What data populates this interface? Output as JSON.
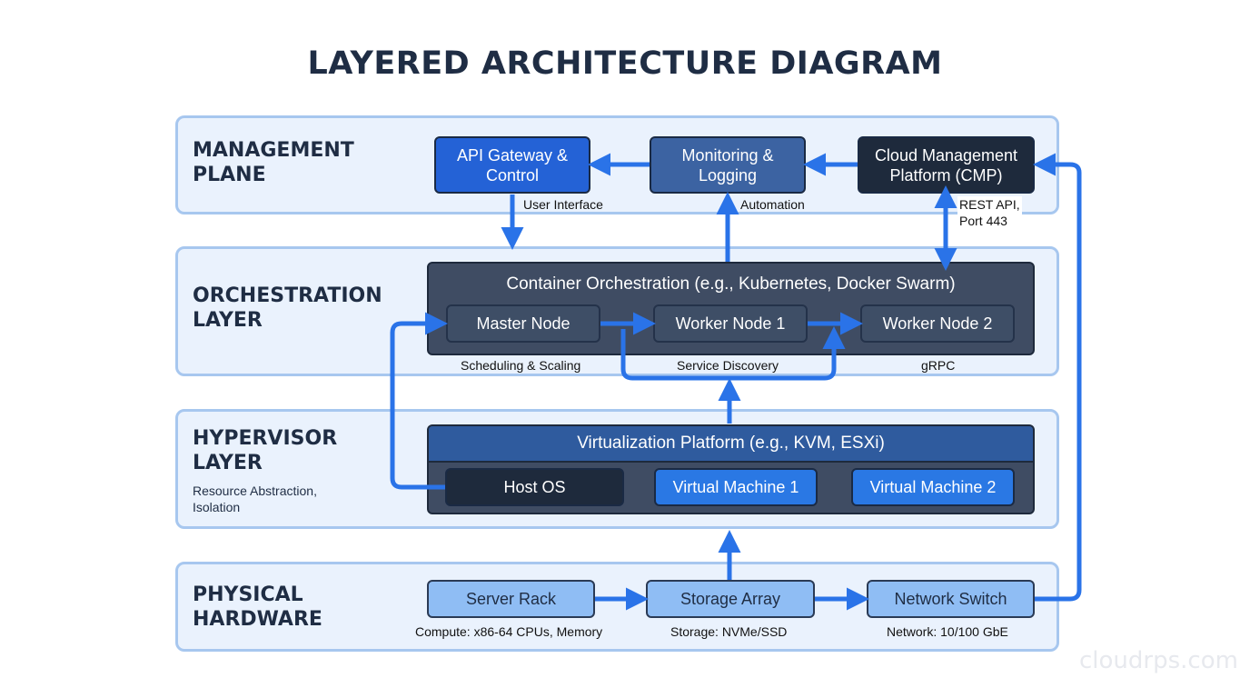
{
  "title": "LAYERED ARCHITECTURE DIAGRAM",
  "layers": {
    "management": {
      "title_line1": "MANAGEMENT",
      "title_line2": "PLANE",
      "boxes": {
        "api_gateway": [
          "API Gateway &",
          "Control"
        ],
        "monitoring": [
          "Monitoring &",
          "Logging"
        ],
        "cmp": [
          "Cloud Management",
          "Platform (CMP)"
        ]
      },
      "labels": {
        "user_interface": "User Interface",
        "automation": "Automation",
        "rest_api_line1": "REST API,",
        "rest_api_line2": "Port 443"
      }
    },
    "orchestration": {
      "title_line1": "ORCHESTRATION",
      "title_line2": "LAYER",
      "container_title": "Container Orchestration (e.g., Kubernetes, Docker Swarm)",
      "nodes": {
        "master": "Master Node",
        "worker1": "Worker Node 1",
        "worker2": "Worker Node 2"
      },
      "labels": {
        "scheduling": "Scheduling & Scaling",
        "service_discovery": "Service Discovery",
        "grpc": "gRPC"
      }
    },
    "hypervisor": {
      "title_line1": "HYPERVISOR",
      "title_line2": "LAYER",
      "subtitle_line1": "Resource Abstraction,",
      "subtitle_line2": "Isolation",
      "platform_title": "Virtualization Platform (e.g., KVM, ESXi)",
      "boxes": {
        "host_os": "Host OS",
        "vm1": "Virtual Machine 1",
        "vm2": "Virtual Machine 2"
      }
    },
    "physical": {
      "title_line1": "PHYSICAL",
      "title_line2": "HARDWARE",
      "boxes": {
        "server_rack": "Server Rack",
        "storage_array": "Storage Array",
        "network_switch": "Network Switch"
      },
      "labels": {
        "compute": "Compute: x86-64 CPUs, Memory",
        "storage": "Storage: NVMe/SSD",
        "network": "Network: 10/100 GbE"
      }
    }
  },
  "watermark": "cloudrps.com",
  "colors": {
    "arrow": "#2a73e8",
    "layer_bg": "#eaf2fd",
    "layer_border": "#a7c7ef"
  }
}
